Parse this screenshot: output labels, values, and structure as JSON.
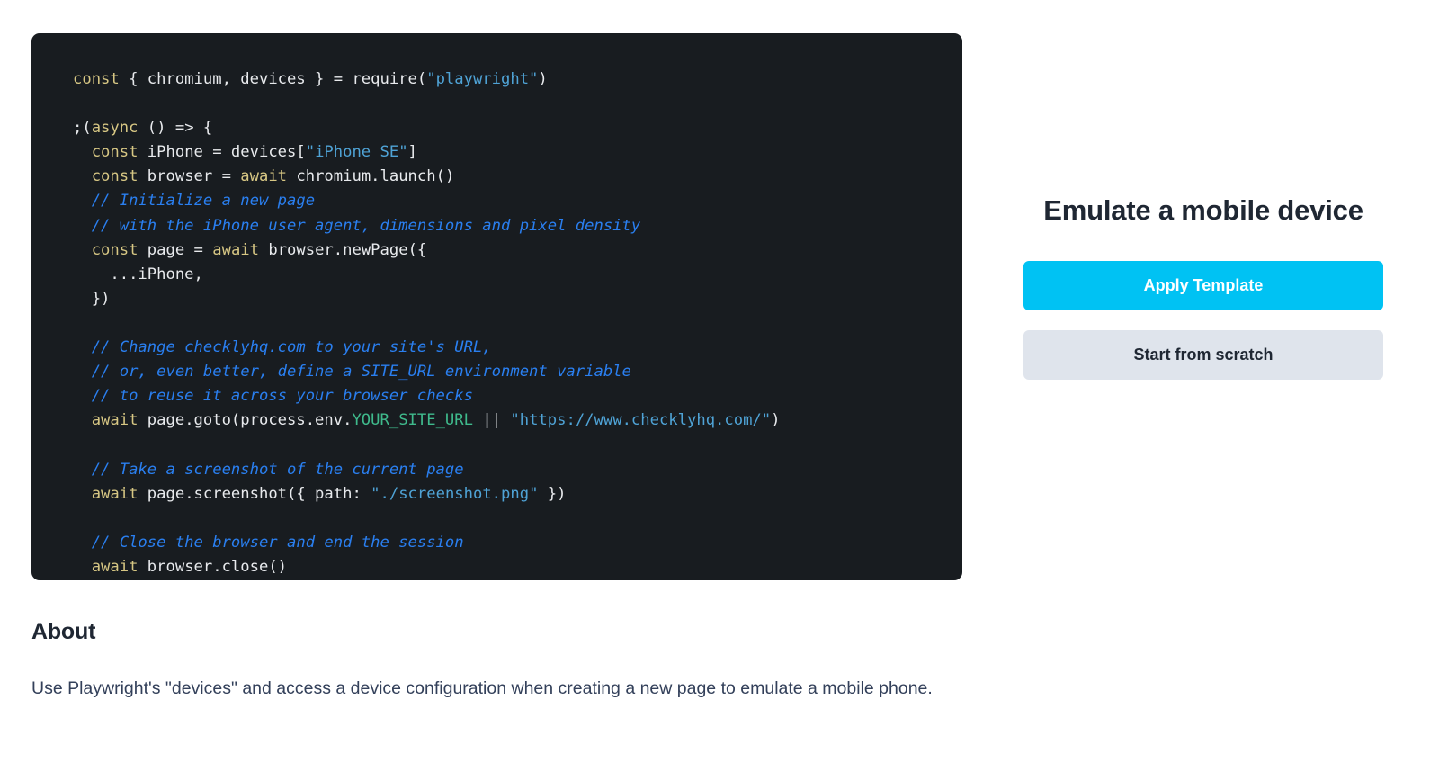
{
  "template": {
    "title": "Emulate a mobile device",
    "apply_button_label": "Apply Template",
    "scratch_button_label": "Start from scratch"
  },
  "about": {
    "heading": "About",
    "body": "Use Playwright's \"devices\" and access a device configuration when creating a new page to emulate a mobile phone."
  },
  "code": {
    "language": "javascript",
    "background_color": "#181c20",
    "colors": {
      "keyword": "#d7c784",
      "string": "#4fa3d6",
      "comment": "#2a7ff0",
      "constant": "#3fba8c",
      "plain": "#e8eaed"
    },
    "lines": [
      [
        {
          "t": "const",
          "c": "kw"
        },
        {
          "t": " { chromium, devices } = require(",
          "c": "pl"
        },
        {
          "t": "\"playwright\"",
          "c": "str"
        },
        {
          "t": ")",
          "c": "pl"
        }
      ],
      [],
      [
        {
          "t": ";(",
          "c": "pl"
        },
        {
          "t": "async",
          "c": "kw"
        },
        {
          "t": " () => {",
          "c": "pl"
        }
      ],
      [
        {
          "t": "  ",
          "c": "pl"
        },
        {
          "t": "const",
          "c": "kw"
        },
        {
          "t": " iPhone = devices[",
          "c": "pl"
        },
        {
          "t": "\"iPhone SE\"",
          "c": "str"
        },
        {
          "t": "]",
          "c": "pl"
        }
      ],
      [
        {
          "t": "  ",
          "c": "pl"
        },
        {
          "t": "const",
          "c": "kw"
        },
        {
          "t": " browser = ",
          "c": "pl"
        },
        {
          "t": "await",
          "c": "kw"
        },
        {
          "t": " chromium.launch()",
          "c": "pl"
        }
      ],
      [
        {
          "t": "  // Initialize a new page",
          "c": "cmt"
        }
      ],
      [
        {
          "t": "  // with the iPhone user agent, dimensions and pixel density",
          "c": "cmt"
        }
      ],
      [
        {
          "t": "  ",
          "c": "pl"
        },
        {
          "t": "const",
          "c": "kw"
        },
        {
          "t": " page = ",
          "c": "pl"
        },
        {
          "t": "await",
          "c": "kw"
        },
        {
          "t": " browser.newPage({",
          "c": "pl"
        }
      ],
      [
        {
          "t": "    ...iPhone,",
          "c": "pl"
        }
      ],
      [
        {
          "t": "  })",
          "c": "pl"
        }
      ],
      [],
      [
        {
          "t": "  // Change checklyhq.com to your site's URL,",
          "c": "cmt"
        }
      ],
      [
        {
          "t": "  // or, even better, define a SITE_URL environment variable",
          "c": "cmt"
        }
      ],
      [
        {
          "t": "  // to reuse it across your browser checks",
          "c": "cmt"
        }
      ],
      [
        {
          "t": "  ",
          "c": "pl"
        },
        {
          "t": "await",
          "c": "kw"
        },
        {
          "t": " page.goto(process.env.",
          "c": "pl"
        },
        {
          "t": "YOUR_SITE_URL",
          "c": "grn"
        },
        {
          "t": " || ",
          "c": "pl"
        },
        {
          "t": "\"https://www.checklyhq.com/\"",
          "c": "str"
        },
        {
          "t": ")",
          "c": "pl"
        }
      ],
      [],
      [
        {
          "t": "  // Take a screenshot of the current page",
          "c": "cmt"
        }
      ],
      [
        {
          "t": "  ",
          "c": "pl"
        },
        {
          "t": "await",
          "c": "kw"
        },
        {
          "t": " page.screenshot({ path: ",
          "c": "pl"
        },
        {
          "t": "\"./screenshot.png\"",
          "c": "str"
        },
        {
          "t": " })",
          "c": "pl"
        }
      ],
      [],
      [
        {
          "t": "  // Close the browser and end the session",
          "c": "cmt"
        }
      ],
      [
        {
          "t": "  ",
          "c": "pl"
        },
        {
          "t": "await",
          "c": "kw"
        },
        {
          "t": " browser.close()",
          "c": "pl"
        }
      ]
    ]
  }
}
